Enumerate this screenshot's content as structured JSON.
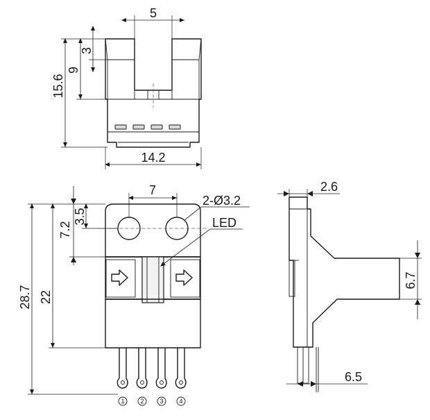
{
  "dimensions": {
    "top_slot_width": "5",
    "top_slot_depth": "3",
    "top_height_9": "9",
    "top_overall_height": "15.6",
    "top_width": "14.2",
    "front_pitch": "7",
    "front_hole": "2-Ø3.2",
    "front_hole_offset": "3.5",
    "front_height_72": "7.2",
    "front_height_22": "22",
    "front_overall_height": "28.7",
    "led_label": "LED",
    "side_thickness": "2.6",
    "side_arm": "6.7",
    "side_pin_length": "6.5"
  },
  "pins": [
    "1",
    "2",
    "3",
    "4"
  ]
}
